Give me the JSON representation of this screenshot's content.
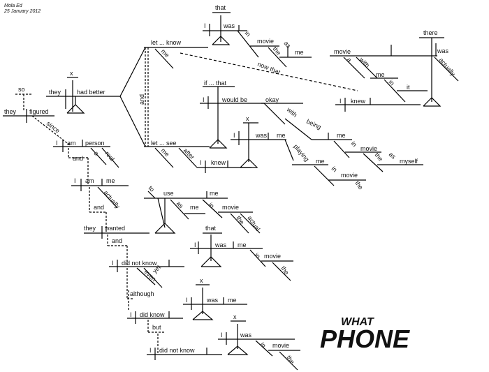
{
  "header": {
    "author": "Mola Ed",
    "date": "25 January 2012"
  },
  "watermark": {
    "top": "WHAT",
    "bottom": "PHONE",
    "color": "#c0c0c0"
  },
  "words": {
    "so": "so",
    "they": "they",
    "figured": "figured",
    "they2": "they",
    "had_better": "had better",
    "x": "x",
    "since": "since",
    "i": "I",
    "am": "am",
    "person": "person",
    "a": "a",
    "real": "real",
    "and": "and",
    "me": "me",
    "actually": "actually",
    "wanted": "wanted",
    "to": "to",
    "use": "use",
    "as": "as",
    "in": "in",
    "movie": "movie",
    "the": "the",
    "actual": "actual",
    "did_not_know": "did not know",
    "yet": "yet",
    "even": "even",
    "although": "although",
    "did_know": "did know",
    "but": "but",
    "was": "was",
    "that": "that",
    "let_know": "let ... know",
    "let_see": "let ... see",
    "if_that": "if ... that",
    "would_be": "would be",
    "okay": "okay",
    "with": "with",
    "being": "being",
    "playing": "playing",
    "myself": "myself",
    "knew": "knew",
    "now_that": "now that",
    "there": "there",
    "it": "it",
    "after": "after"
  }
}
